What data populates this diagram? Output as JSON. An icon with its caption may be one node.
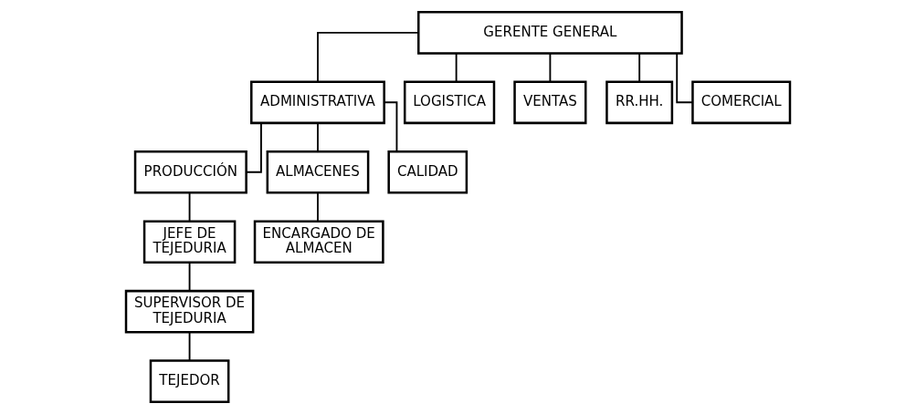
{
  "diagram": {
    "nodes": [
      {
        "text": [
          "GERENTE GENERAL"
        ]
      },
      {
        "text": [
          "ADMINISTRATIVA"
        ]
      },
      {
        "text": [
          "LOGISTICA"
        ]
      },
      {
        "text": [
          "VENTAS"
        ]
      },
      {
        "text": [
          "RR.HH."
        ]
      },
      {
        "text": [
          "COMERCIAL"
        ]
      },
      {
        "text": [
          "PRODUCCIÓN"
        ]
      },
      {
        "text": [
          "ALMACENES"
        ]
      },
      {
        "text": [
          "CALIDAD"
        ]
      },
      {
        "text": [
          "JEFE DE TEJEDURIA"
        ]
      },
      {
        "text": [
          "ENCARGADO DE ALMACEN"
        ]
      },
      {
        "text": [
          "SUPERVISOR DE TEJEDURIA"
        ]
      },
      {
        "text": [
          "TEJEDOR"
        ]
      }
    ],
    "edges": [
      {
        "from": 0,
        "to": 1,
        "arrow": "none"
      },
      {
        "from": 0,
        "to": 2,
        "arrow": "none"
      },
      {
        "from": 0,
        "to": 3,
        "arrow": "none"
      },
      {
        "from": 0,
        "to": 4,
        "arrow": "none"
      },
      {
        "from": 0,
        "to": 5,
        "arrow": "none"
      },
      {
        "from": 1,
        "to": 6,
        "arrow": "none"
      },
      {
        "from": 1,
        "to": 7,
        "arrow": "none"
      },
      {
        "from": 1,
        "to": 8,
        "arrow": "none"
      },
      {
        "from": 6,
        "to": 9,
        "arrow": "none"
      },
      {
        "from": 7,
        "to": 10,
        "arrow": "none"
      },
      {
        "from": 9,
        "to": 11,
        "arrow": "none"
      },
      {
        "from": 11,
        "to": 12,
        "arrow": "none"
      }
    ]
  }
}
